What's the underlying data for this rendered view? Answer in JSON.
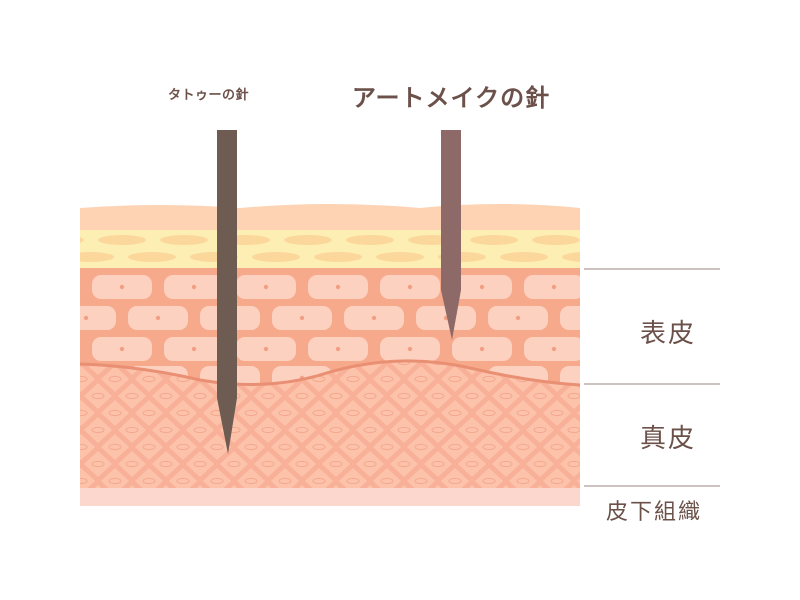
{
  "needles": {
    "tattoo_label": "タトゥーの針",
    "artmake_label": "アートメイクの針"
  },
  "layers": {
    "epidermis": "表皮",
    "dermis": "真皮",
    "subcutis": "皮下組織"
  },
  "colors": {
    "text": "#6b5149",
    "tattoo_needle": "#6e5c52",
    "artmake_needle": "#8d6a68",
    "surface": "#fdd3b4",
    "stratum_corneum": "#fdeeb3",
    "epidermis_bg": "#f7a98b",
    "epidermis_cell": "#fdd1bf",
    "dermis_bg": "#f8b198",
    "dermis_diamond": "#fcc3aa",
    "subcutis": "#fbd7cd",
    "divider": "#9c8480"
  }
}
